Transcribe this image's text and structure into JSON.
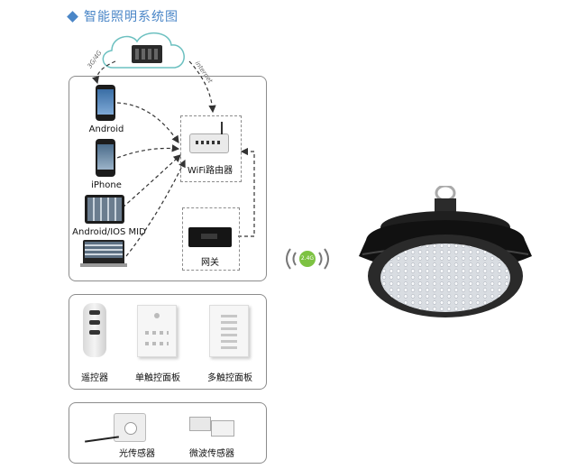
{
  "title": "智能照明系统图",
  "cloud_links": {
    "left": "3G/4G",
    "right": "internet"
  },
  "devices": {
    "android": "Android",
    "iphone": "iPhone",
    "tablet": "Android/IOS MID",
    "router": "WiFi路由器",
    "gateway": "网关"
  },
  "wireless_badge": "2.4G",
  "controls": {
    "remote": "遥控器",
    "single_panel": "单触控面板",
    "multi_panel": "多触控面板"
  },
  "sensors": {
    "light": "光传感器",
    "microwave": "微波传感器"
  },
  "colors": {
    "accent": "#4a86c7",
    "badge": "#7dc242",
    "border": "#8c8c8c"
  }
}
